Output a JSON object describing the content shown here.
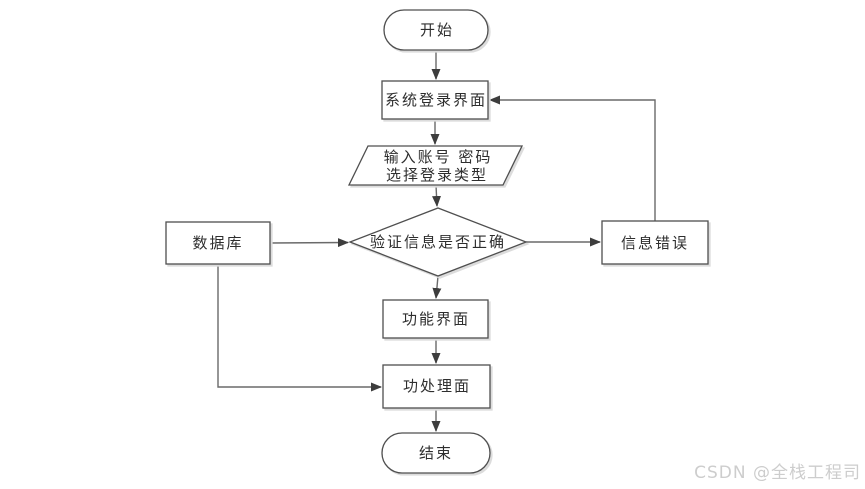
{
  "diagram": {
    "type": "flowchart",
    "nodes": {
      "start": {
        "shape": "terminator",
        "label": "开始"
      },
      "login": {
        "shape": "process",
        "label": "系统登录界面"
      },
      "input": {
        "shape": "parallelogram",
        "line1": "输入账号 密码",
        "line2": "选择登录类型"
      },
      "decision": {
        "shape": "diamond",
        "label": "验证信息是否正确"
      },
      "database": {
        "shape": "process",
        "label": "数据库"
      },
      "error": {
        "shape": "process",
        "label": "信息错误"
      },
      "function_ui": {
        "shape": "process",
        "label": "功能界面"
      },
      "process_ui": {
        "shape": "process",
        "label": "功处理面"
      },
      "end": {
        "shape": "terminator",
        "label": "结束"
      }
    },
    "edges": [
      "start -> login",
      "login -> input",
      "input -> decision",
      "database -> decision",
      "decision -> error",
      "error -> login",
      "decision -> function_ui",
      "function_ui -> process_ui",
      "database -> process_ui",
      "process_ui -> end"
    ],
    "colors": {
      "background": "#ffffff",
      "shape_fill": "#ffffff",
      "shape_stroke": "#4f4f4f",
      "shape_shadow": "#dcdcdc",
      "connector": "#6a6a6a",
      "arrowhead": "#3d3d3d",
      "text": "#2e2e2e",
      "watermark": "#cdcdcd"
    }
  },
  "watermark": {
    "text": "CSDN @全栈工程司"
  }
}
